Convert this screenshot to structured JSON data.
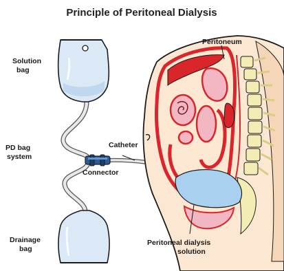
{
  "title": "Principle of Peritoneal Dialysis",
  "labels": {
    "solution_bag": [
      "Solution",
      "bag"
    ],
    "pd_bag_system": [
      "PD bag",
      "system"
    ],
    "drainage_bag": [
      "Drainage",
      "bag"
    ],
    "catheter": "Catheter",
    "connector": "Connector",
    "peritoneum": "Peritoneum",
    "peritoneal_solution": [
      "Peritoneal dialysis",
      "solution"
    ]
  },
  "colors": {
    "bag_fill": "#dbe9f6",
    "fluid": "#a9d0ee",
    "tube": "#c8ccd0",
    "connector": "#2a5c9c",
    "organ_red": "#d9262b",
    "intestine_pink": "#f2b7c3",
    "skin": "#fbe7d2",
    "spine": "#f3ecb4",
    "outline": "#1b1b1b"
  }
}
